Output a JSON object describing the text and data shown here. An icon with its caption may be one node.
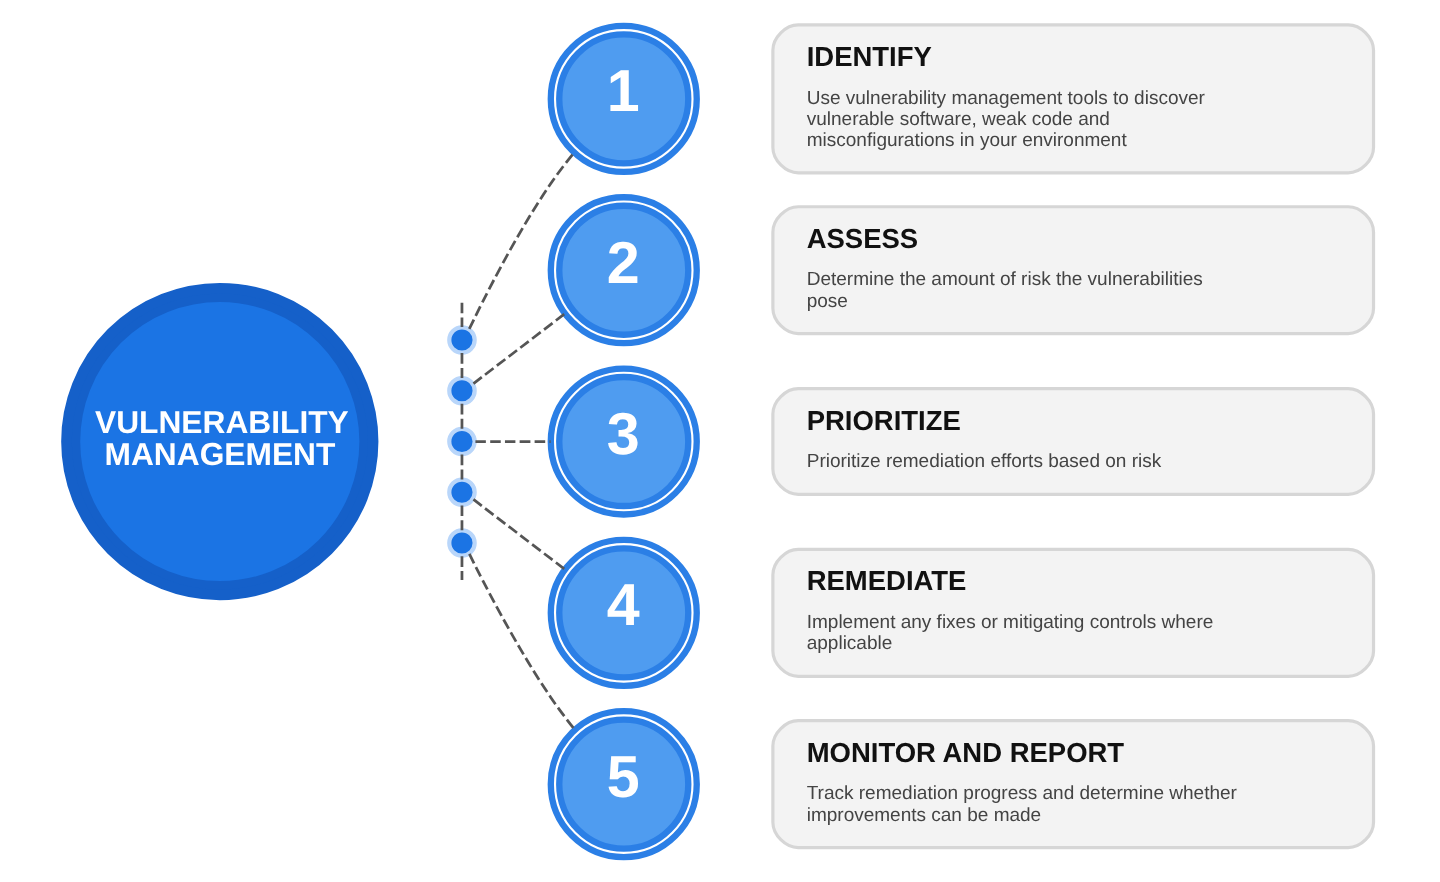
{
  "diagram": {
    "nodes": [
      {
        "text": [
          "VULNERABILITY MANAGEMENT"
        ]
      },
      {
        "text": [],
        "shape": "circle"
      },
      {
        "text": [],
        "shape": "circle"
      },
      {
        "text": [],
        "shape": "circle"
      },
      {
        "text": [],
        "shape": "circle"
      },
      {
        "text": [],
        "shape": "circle"
      },
      {
        "text": [
          "1"
        ]
      },
      {
        "text": [
          "IDENTIFY",
          "Use vulnerability management tools to discover vulnerable software, weak code and misconfigurations in your environment"
        ]
      },
      {
        "text": [
          "2"
        ]
      },
      {
        "text": [
          "ASSESS",
          "Determine the amount of risk the vulnerabilities pose"
        ]
      },
      {
        "text": [
          "3"
        ]
      },
      {
        "text": [
          "PRIORITIZE",
          "Prioritize remediation efforts based on risk"
        ]
      },
      {
        "text": [
          "4"
        ]
      },
      {
        "text": [
          "REMEDIATE",
          "Implement any fixes or mitigating controls where applicable"
        ]
      },
      {
        "text": [
          "5"
        ]
      },
      {
        "text": [
          "MONITOR AND REPORT",
          "Track remediation progress and determine whether improvements can be made"
        ]
      }
    ],
    "edges": [
      {
        "from": 1,
        "to": 6,
        "arrow": "none",
        "style": "dashed"
      },
      {
        "from": 2,
        "to": 8,
        "arrow": "none",
        "style": "dashed"
      },
      {
        "from": 3,
        "to": 10,
        "arrow": "none",
        "style": "dashed"
      },
      {
        "from": 4,
        "to": 12,
        "arrow": "none",
        "style": "dashed"
      },
      {
        "from": 5,
        "to": 14,
        "arrow": "none",
        "style": "dashed"
      },
      {
        "from": null,
        "to": 1,
        "arrow": "none",
        "style": "dashed"
      },
      {
        "from": 1,
        "to": 2,
        "arrow": "none",
        "style": "dashed"
      },
      {
        "from": 2,
        "to": 3,
        "arrow": "none",
        "style": "dashed"
      },
      {
        "from": 3,
        "to": 4,
        "arrow": "none",
        "style": "dashed"
      },
      {
        "from": 4,
        "to": 5,
        "arrow": "none",
        "style": "dashed"
      },
      {
        "from": 5,
        "to": null,
        "arrow": "none",
        "style": "dashed"
      }
    ]
  }
}
